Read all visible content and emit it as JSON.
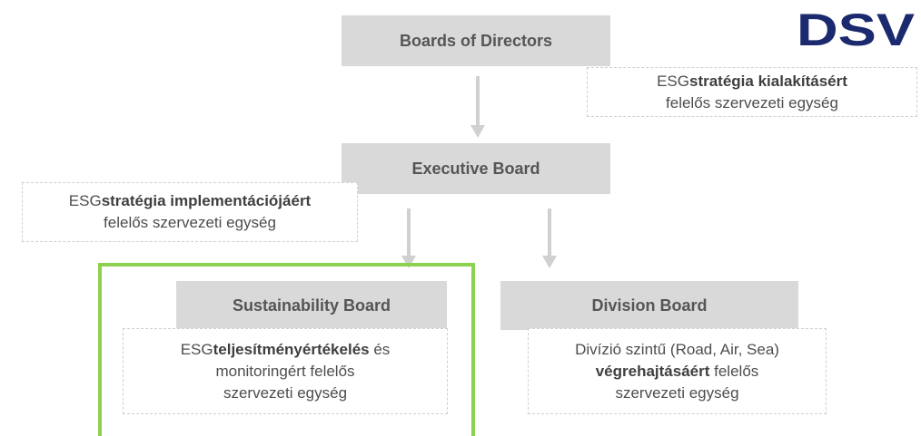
{
  "logo": {
    "text": "DSV",
    "color": "#1b2a6e"
  },
  "colors": {
    "box_fill": "#d9d9d9",
    "highlight": "#8cd14f",
    "arrow": "#d0d0d0",
    "dashed_border": "#cfcfcf"
  },
  "boards": {
    "directors": "Boards of Directors",
    "executive": "Executive Board",
    "sustainability": "Sustainability Board",
    "division": "Division Board"
  },
  "notes": {
    "strategy_design": {
      "prefix": "ESG",
      "bold": "stratégia kialakításért",
      "line2": "felelős szervezeti egység"
    },
    "strategy_impl": {
      "prefix": "ESG",
      "bold": "stratégia implementációjáért",
      "line2": "felelős szervezeti egység"
    },
    "performance": {
      "prefix": "ESG",
      "bold": "teljesítményértékelés",
      "suffix": " és",
      "line2": "monitoringért felelős",
      "line3": "szervezeti egység"
    },
    "division_exec": {
      "line1": "Divízió szintű (Road, Air, Sea)",
      "bold": "végrehajtásáért",
      "suffix": " felelős",
      "line3": "szervezeti egység"
    }
  }
}
